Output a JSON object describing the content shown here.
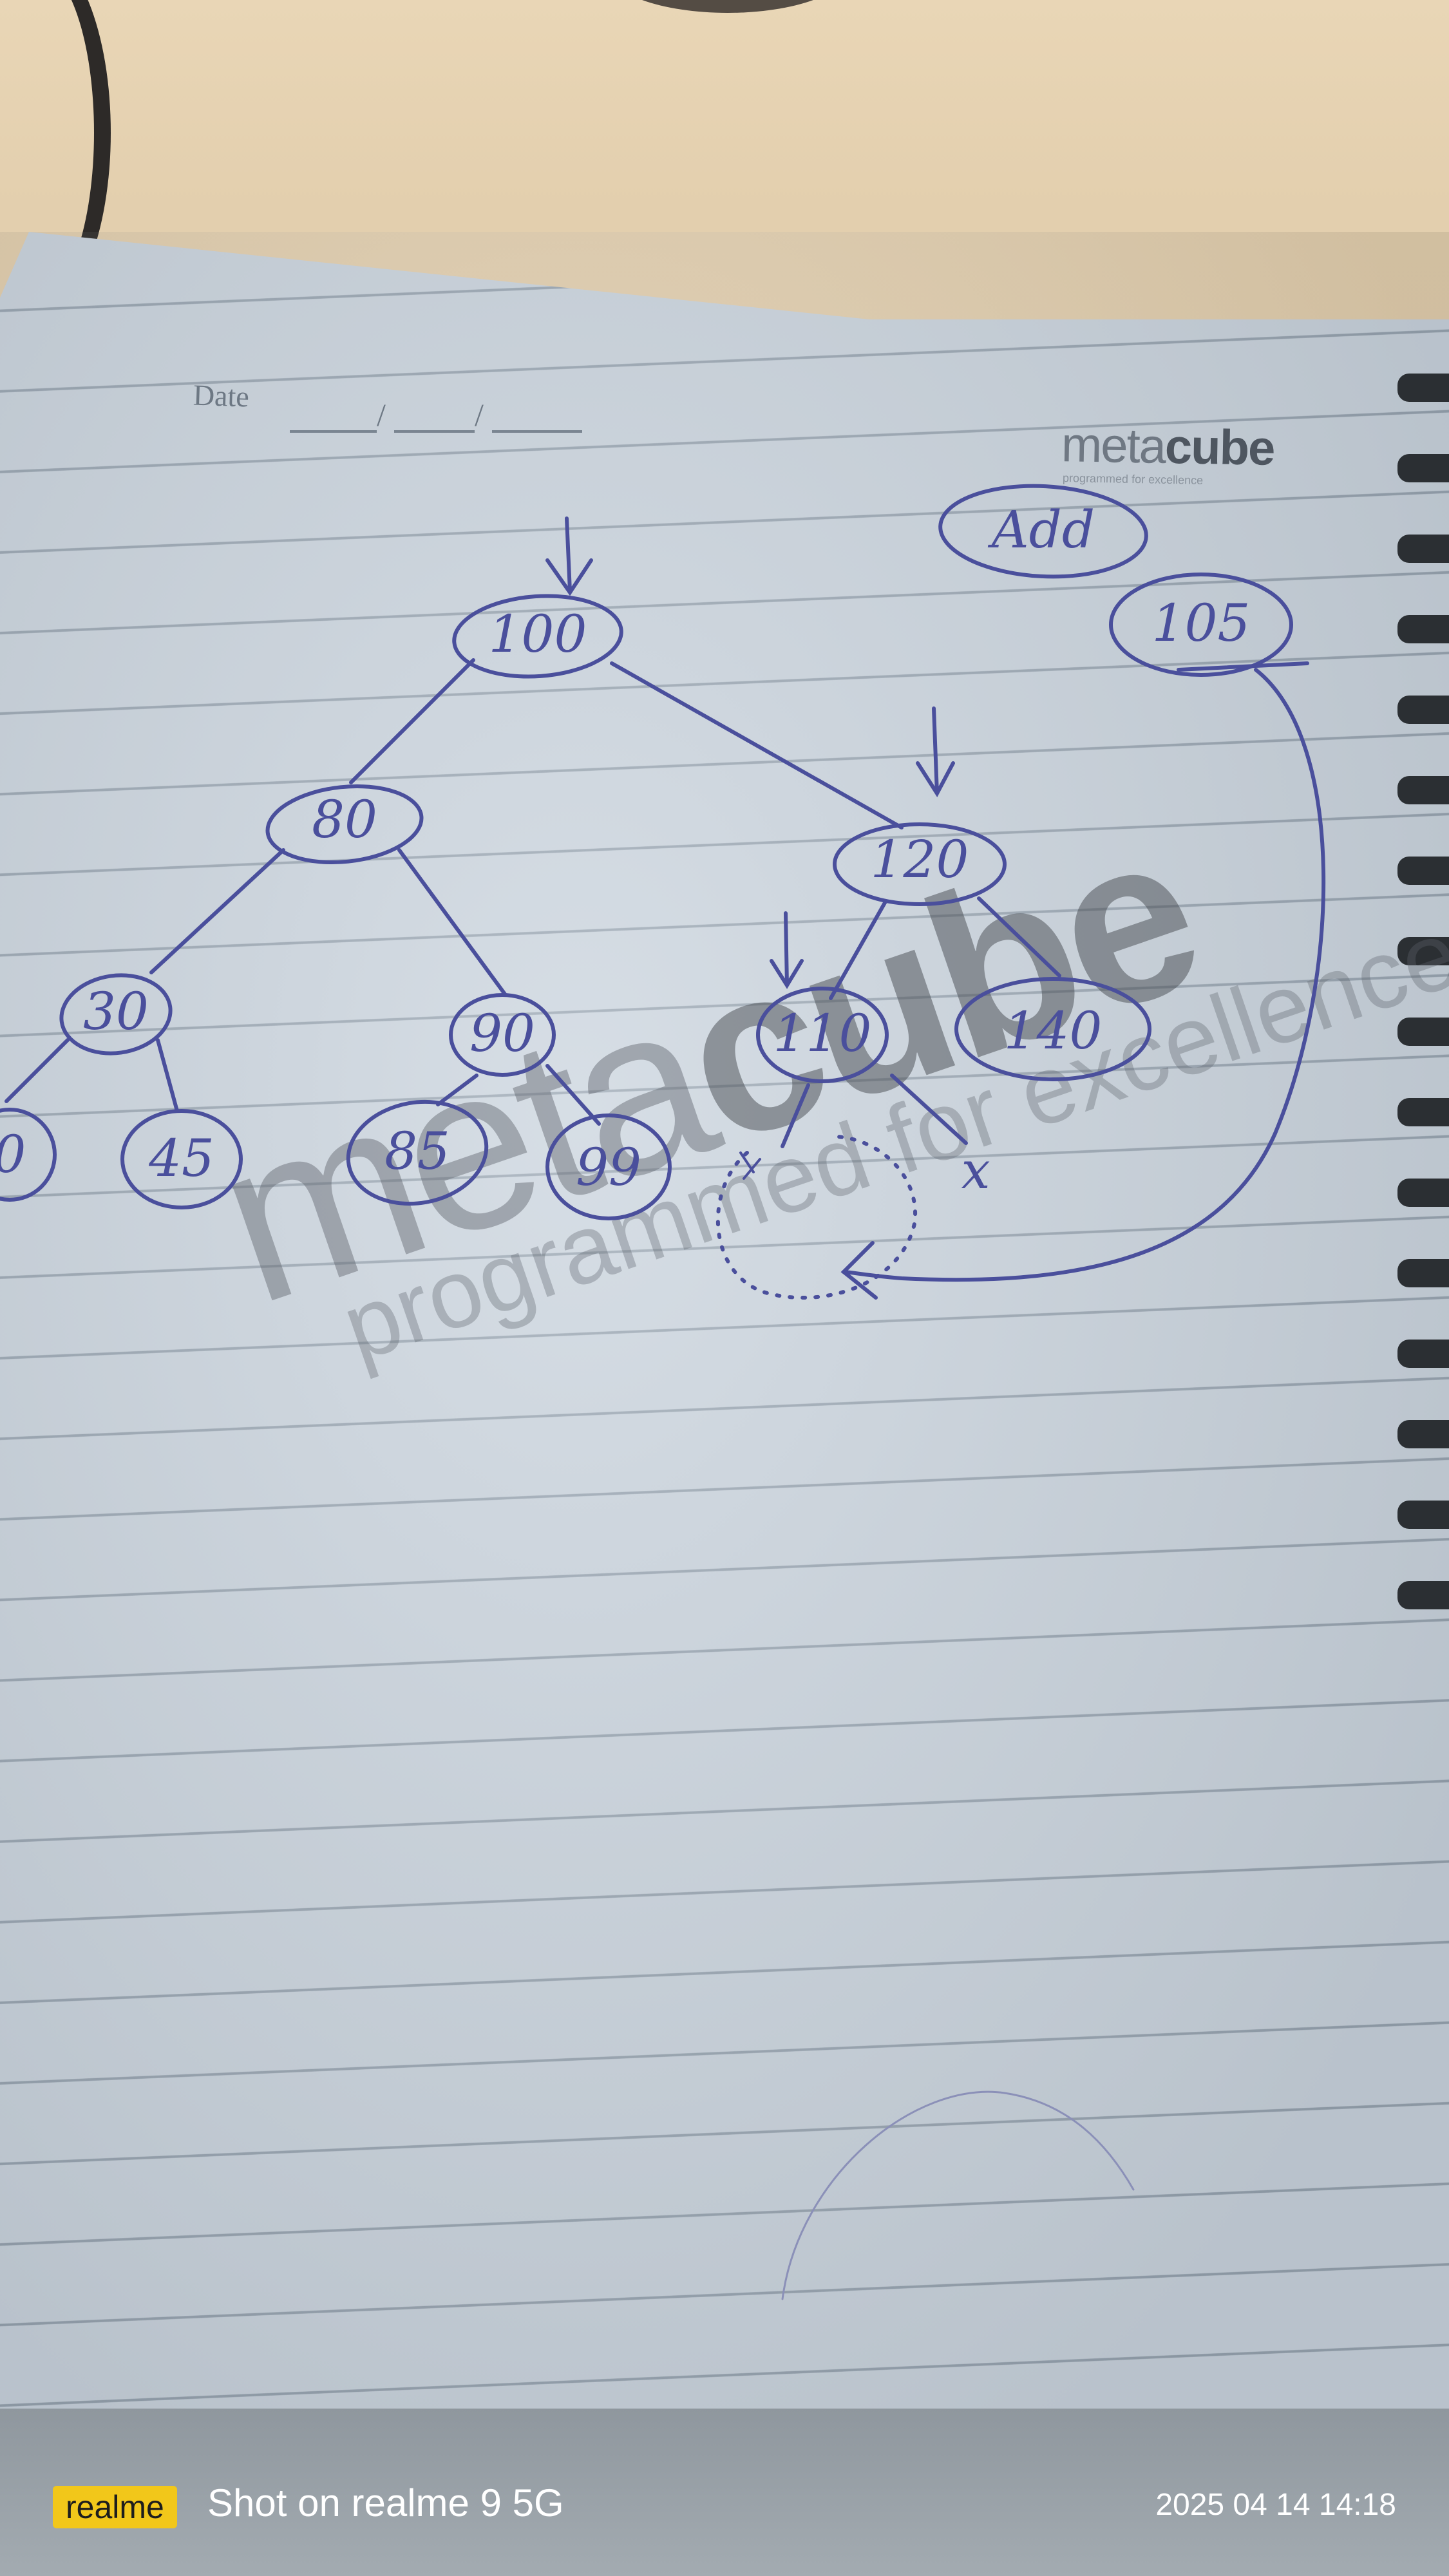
{
  "notebook": {
    "date_label": "Date",
    "date_slashes": [
      "/",
      "/"
    ],
    "brand_prefix": "meta",
    "brand_bold": "cube",
    "brand_tagline": "programmed for excellence"
  },
  "watermark": {
    "prefix": "meta",
    "bold": "cube",
    "tagline": "programmed for excellence"
  },
  "drawing": {
    "note": "Add",
    "new_value": "105",
    "nodes": [
      "100",
      "80",
      "120",
      "30",
      "90",
      "110",
      "140",
      "0",
      "45",
      "85",
      "99"
    ],
    "deleted_mark": "x"
  },
  "camera": {
    "brand": "realme",
    "device_text": "Shot on realme 9 5G",
    "timestamp": "2025 04 14 14:18"
  },
  "colors": {
    "ink": "#4a4f9c",
    "paper": "#c9d3dd",
    "badge": "#f2c71a"
  }
}
